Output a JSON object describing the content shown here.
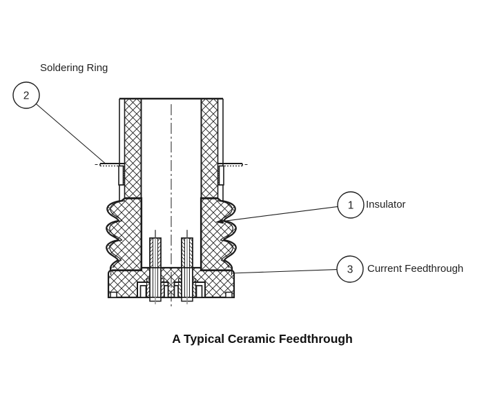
{
  "figure": {
    "title": "A Typical Ceramic Feedthrough",
    "callouts": {
      "soldering_ring": {
        "number": "2",
        "label": "Soldering Ring"
      },
      "insulator": {
        "number": "1",
        "label": "Insulator"
      },
      "current_feedthrough": {
        "number": "3",
        "label": "Current Feedthrough"
      }
    },
    "colors": {
      "line": "#1c1c1c",
      "background": "#ffffff",
      "conductor_gray": "#8f8f8f"
    }
  }
}
